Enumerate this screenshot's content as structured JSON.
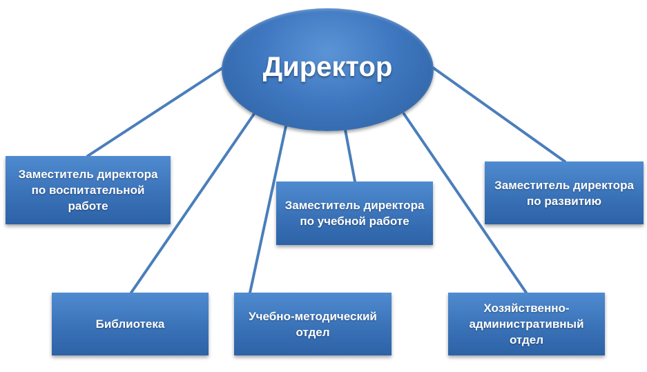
{
  "diagram": {
    "root": {
      "label": "Директор"
    },
    "nodes": [
      {
        "id": "vice-edu",
        "label": "Заместитель директора по воспитательной работе"
      },
      {
        "id": "vice-study",
        "label": "Заместитель директора по учебной работе"
      },
      {
        "id": "vice-dev",
        "label": "Заместитель директора по развитию"
      },
      {
        "id": "library",
        "label": "Библиотека"
      },
      {
        "id": "method",
        "label": "Учебно-методический отдел"
      },
      {
        "id": "admin",
        "label": "Хозяйственно-административный отдел"
      }
    ],
    "colors": {
      "primary": "#3f78c0",
      "line": "#4a7ebb",
      "text": "#ffffff"
    }
  }
}
